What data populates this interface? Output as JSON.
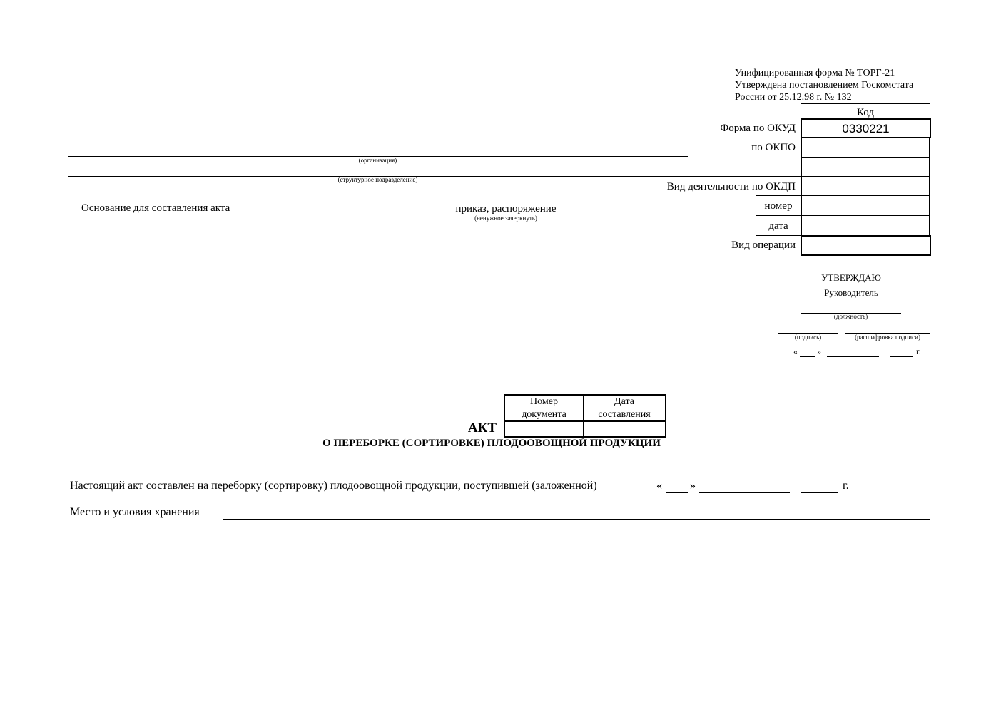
{
  "header": {
    "line1": "Унифицированная форма № ТОРГ-21",
    "line2": "Утверждена постановлением Госкомстата",
    "line3": "России от 25.12.98 г. № 132"
  },
  "codes": {
    "header": "Код",
    "okud_label": "Форма по ОКУД",
    "okud_value": "0330221",
    "okpo_label": "по ОКПО",
    "okdp_label": "Вид деятельности по ОКДП",
    "nomer_label": "номер",
    "data_label": "дата",
    "operation_label": "Вид операции"
  },
  "org": {
    "organization_caption": "(организация)",
    "division_caption": "(структурное подразделение)"
  },
  "basis": {
    "label": "Основание для составления акта",
    "value": "приказ, распоряжение",
    "caption": "(ненужное зачеркнуть)"
  },
  "approve": {
    "title": "УТВЕРЖДАЮ",
    "role": "Руководитель",
    "position_caption": "(должность)",
    "signature_caption": "(подпись)",
    "decode_caption": "(расшифровка подписи)",
    "quote_open": "«",
    "quote_close": "»",
    "year_suffix": "г."
  },
  "doc_table": {
    "col1": "Номер документа",
    "col1_line1": "Номер",
    "col1_line2": "документа",
    "col2_line1": "Дата",
    "col2_line2": "составления"
  },
  "title": {
    "main": "АКТ",
    "subtitle": "О ПЕРЕБОРКЕ (СОРТИРОВКЕ) ПЛОДООВОЩНОЙ ПРОДУКЦИИ"
  },
  "body": {
    "sentence": "Настоящий акт составлен на переборку (сортировку) плодоовощной продукции, поступившей (заложенной)",
    "quote_open": "«",
    "quote_close": "»",
    "year_suffix": "г.",
    "storage_label": "Место и условия хранения"
  }
}
